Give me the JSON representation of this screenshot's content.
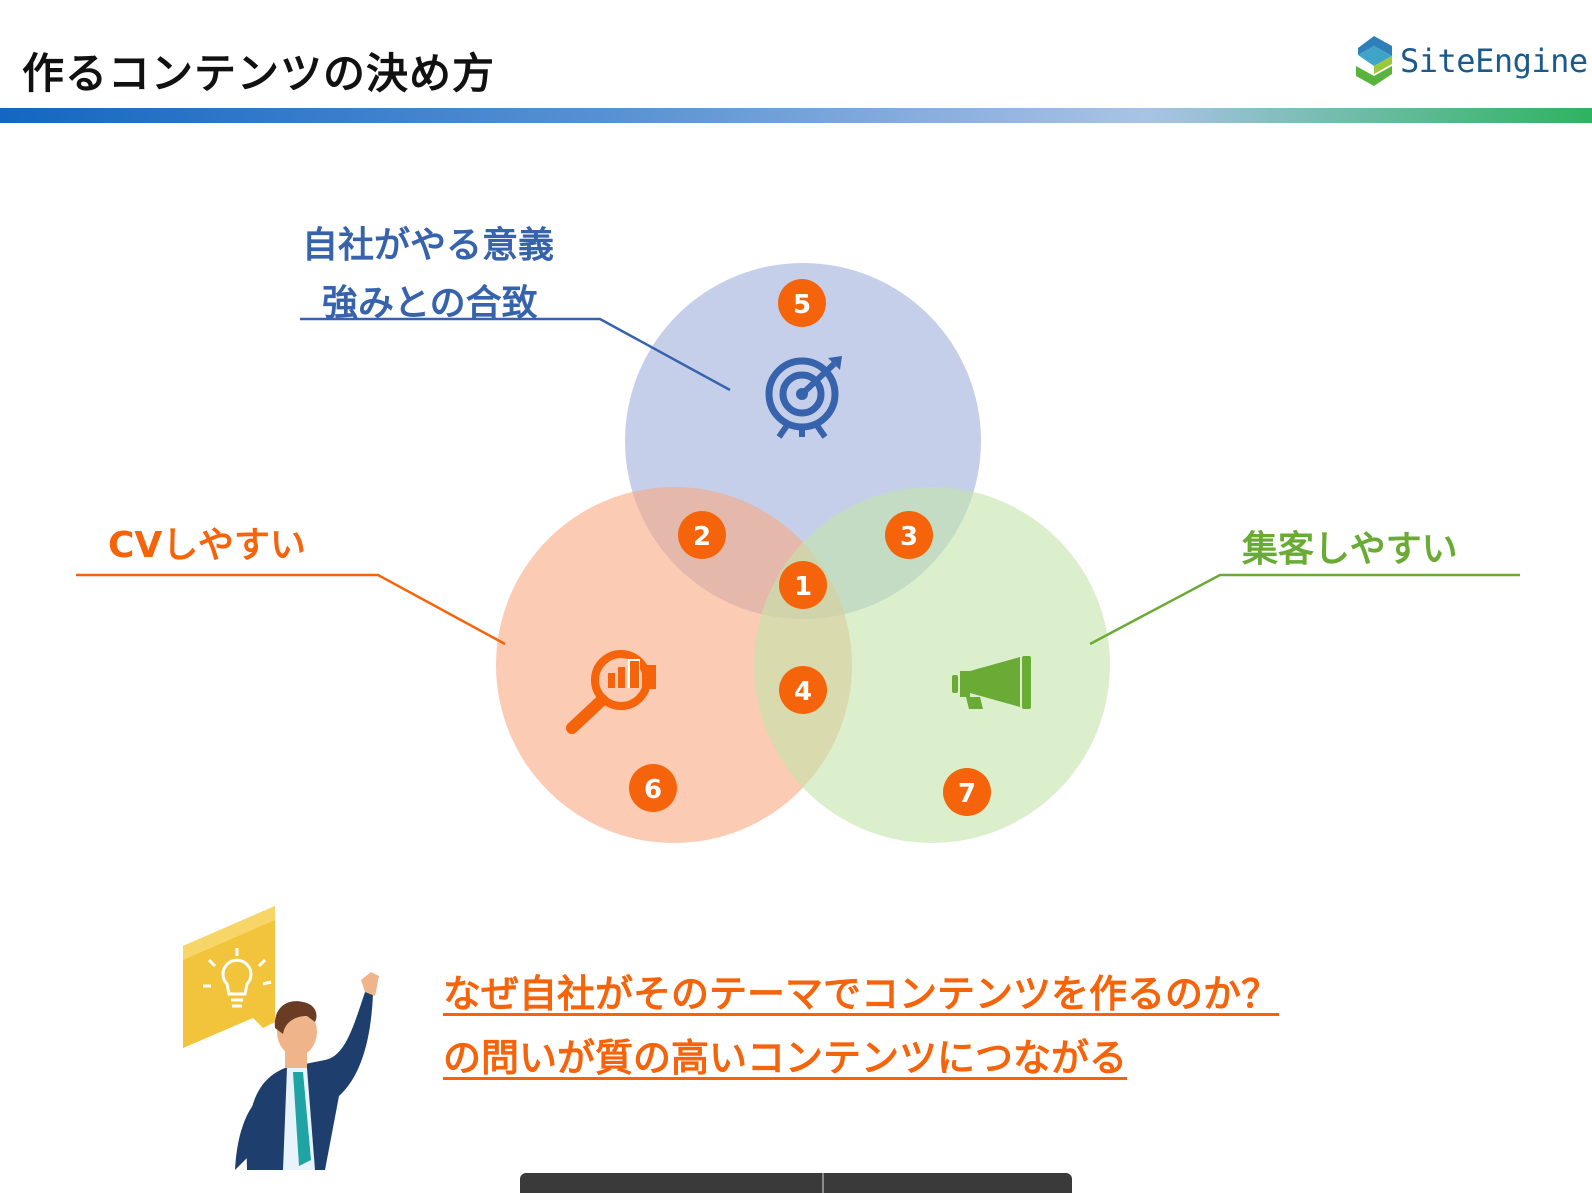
{
  "header": {
    "title": "作るコンテンツの決め方",
    "logo_text": "SiteEngine"
  },
  "colors": {
    "blue": "#3763ac",
    "orange": "#f5630a",
    "green": "#6aab35",
    "circle_blue": "#aebde0",
    "circle_orange": "#f9a882",
    "circle_green": "#c5e5ab",
    "badge": "#f5630a"
  },
  "venn": {
    "labels": {
      "top_line1": "自社がやる意義",
      "top_line2": "強みとの合致",
      "left": "CVしやすい",
      "right": "集客しやすい"
    },
    "badges": [
      "1",
      "2",
      "3",
      "4",
      "5",
      "6",
      "7"
    ],
    "icons": {
      "top": "target-icon",
      "left": "magnifier-chart-icon",
      "right": "megaphone-icon"
    }
  },
  "message": {
    "line1": "なぜ自社がそのテーマでコンテンツを作るのか？",
    "line2": "の問いが質の高いコンテンツにつながる"
  }
}
